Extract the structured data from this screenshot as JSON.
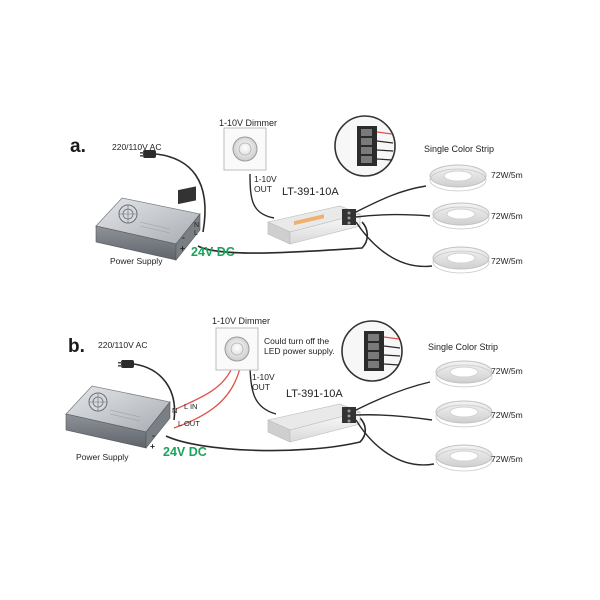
{
  "colors": {
    "wire": "#2a2a2a",
    "red_wire": "#e0524a",
    "dc_label": "#1aa35a",
    "device_body": "#f2f2f2",
    "terminal": "#333333"
  },
  "section_a": {
    "label": "a.",
    "ac_label": "220/110V AC",
    "dimmer_label": "1-10V Dimmer",
    "dimmer_out_line1": "1-10V",
    "dimmer_out_line2": "OUT",
    "controller_label": "LT-391-10A",
    "strip_label": "Single Color Strip",
    "strip_ratings": [
      "72W/5m",
      "72W/5m",
      "72W/5m"
    ],
    "power_supply_label": "Power Supply",
    "plus_sign": "+",
    "minus_sign": "-",
    "dc_label": "24V DC",
    "psu_n": "N",
    "psu_l": "L"
  },
  "section_b": {
    "label": "b.",
    "ac_label": "220/110V AC",
    "dimmer_label": "1-10V Dimmer",
    "note_line1": "Could turn off the",
    "note_line2": "LED power supply.",
    "dimmer_out_line1": "1-10V",
    "dimmer_out_line2": "OUT",
    "controller_label": "LT-391-10A",
    "strip_label": "Single Color Strip",
    "strip_ratings": [
      "72W/5m",
      "72W/5m",
      "72W/5m"
    ],
    "power_supply_label": "Power Supply",
    "plus_sign": "+",
    "minus_sign": "-",
    "dc_label": "24V DC",
    "n_label": "N",
    "l_in_label": "L  IN",
    "l_out_label": "L OUT"
  }
}
